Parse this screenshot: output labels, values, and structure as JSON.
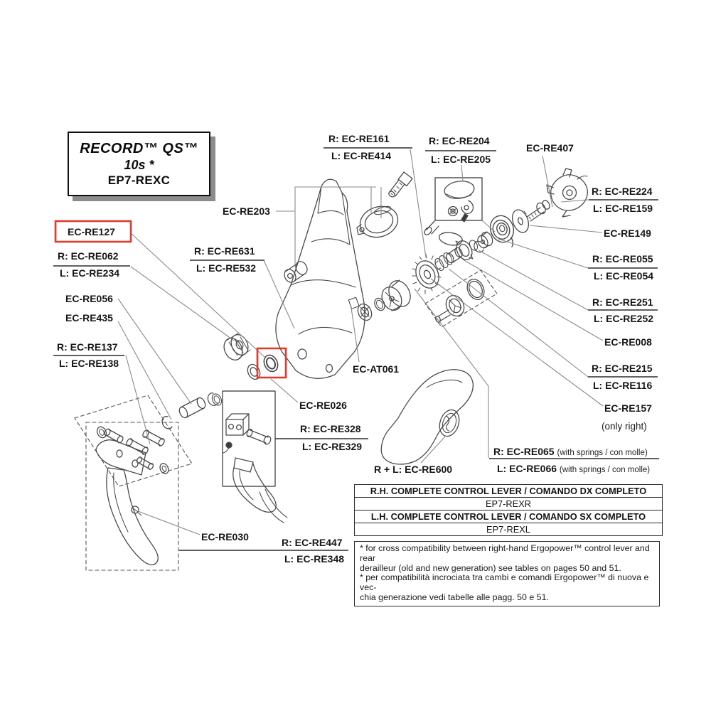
{
  "title_box": {
    "line1": "RECORD™ QS™",
    "line2": "10s  *",
    "line3": "EP7-REXC"
  },
  "labels": {
    "re161": "R: EC-RE161",
    "re414": "L: EC-RE414",
    "re204": "R: EC-RE204",
    "re205": "L: EC-RE205",
    "re407": "EC-RE407",
    "re224": "R: EC-RE224",
    "re159": "L: EC-RE159",
    "re149": "EC-RE149",
    "re055": "R: EC-RE055",
    "re054": "L: EC-RE054",
    "re251": "R: EC-RE251",
    "re252": "L: EC-RE252",
    "re008": "EC-RE008",
    "re215": "R: EC-RE215",
    "re116": "L: EC-RE116",
    "re157": "EC-RE157",
    "re065": "R: EC-RE065",
    "re066": "L: EC-RE066",
    "re203": "EC-RE203",
    "re631": "R: EC-RE631",
    "re532": "L: EC-RE532",
    "re127": "EC-RE127",
    "re062": "R: EC-RE062",
    "re234": "L: EC-RE234",
    "re056": "EC-RE056",
    "re435": "EC-RE435",
    "re137": "R: EC-RE137",
    "re138": "L: EC-RE138",
    "at061": "EC-AT061",
    "re026": "EC-RE026",
    "re328": "R: EC-RE328",
    "re329": "L: EC-RE329",
    "re600": "R + L: EC-RE600",
    "re030": "EC-RE030",
    "re447": "R: EC-RE447",
    "re348": "L: EC-RE348"
  },
  "notes": {
    "with_springs": "(with springs / con molle)",
    "only_right": "(only right)"
  },
  "table": {
    "rows": [
      "R.H. COMPLETE CONTROL LEVER / COMANDO DX COMPLETO",
      "EP7-REXR",
      "L.H. COMPLETE CONTROL LEVER / COMANDO SX COMPLETO",
      "EP7-REXL"
    ]
  },
  "footnotes": {
    "en": "* for cross compatibility between right-hand Ergopower™ control lever and rear\nderailleur (old and new generation) see tables on pages 50 and 51.",
    "it": "* per compatibilità incrociata tra cambi e comandi Ergopower™ di nuova e vec-\nchia generazione vedi tabelle alle pagg. 50 e 51."
  },
  "colors": {
    "highlight": "#e23b2e",
    "part_line": "#4a4a4a",
    "leader_line": "#8a8a8a"
  }
}
